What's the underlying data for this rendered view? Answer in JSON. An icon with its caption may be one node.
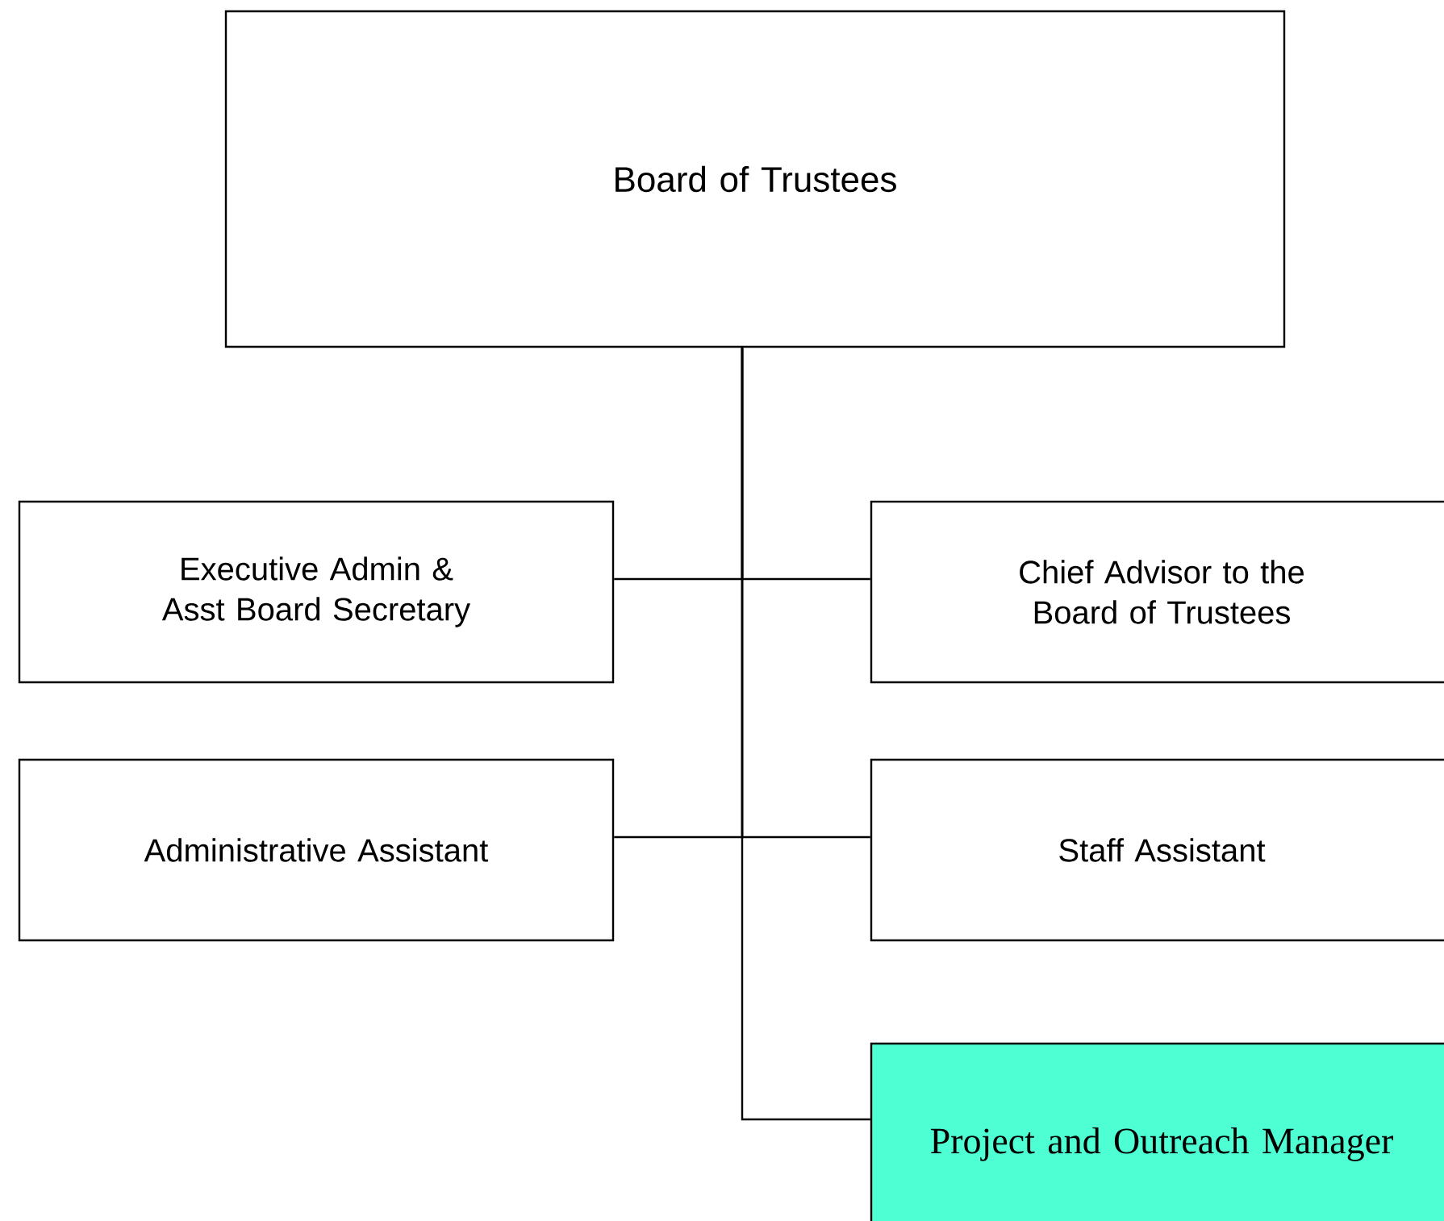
{
  "diagram": {
    "nodes": [
      {
        "text": [
          "Board of Trustees"
        ]
      },
      {
        "text": [
          "Executive Admin & Asst Board Secretary"
        ]
      },
      {
        "text": [
          "Chief Advisor to the Board of Trustees"
        ]
      },
      {
        "text": [
          "Administrative Assistant"
        ]
      },
      {
        "text": [
          "Staff Assistant"
        ]
      },
      {
        "text": [
          "Project and Outreach Manager"
        ]
      }
    ],
    "edges": [
      {
        "from": 0,
        "to": 1,
        "arrow": "none"
      },
      {
        "from": 0,
        "to": 2,
        "arrow": "none"
      },
      {
        "from": 0,
        "to": 3,
        "arrow": "none"
      },
      {
        "from": 0,
        "to": 4,
        "arrow": "none"
      },
      {
        "from": 0,
        "to": 5,
        "arrow": "none"
      }
    ]
  }
}
